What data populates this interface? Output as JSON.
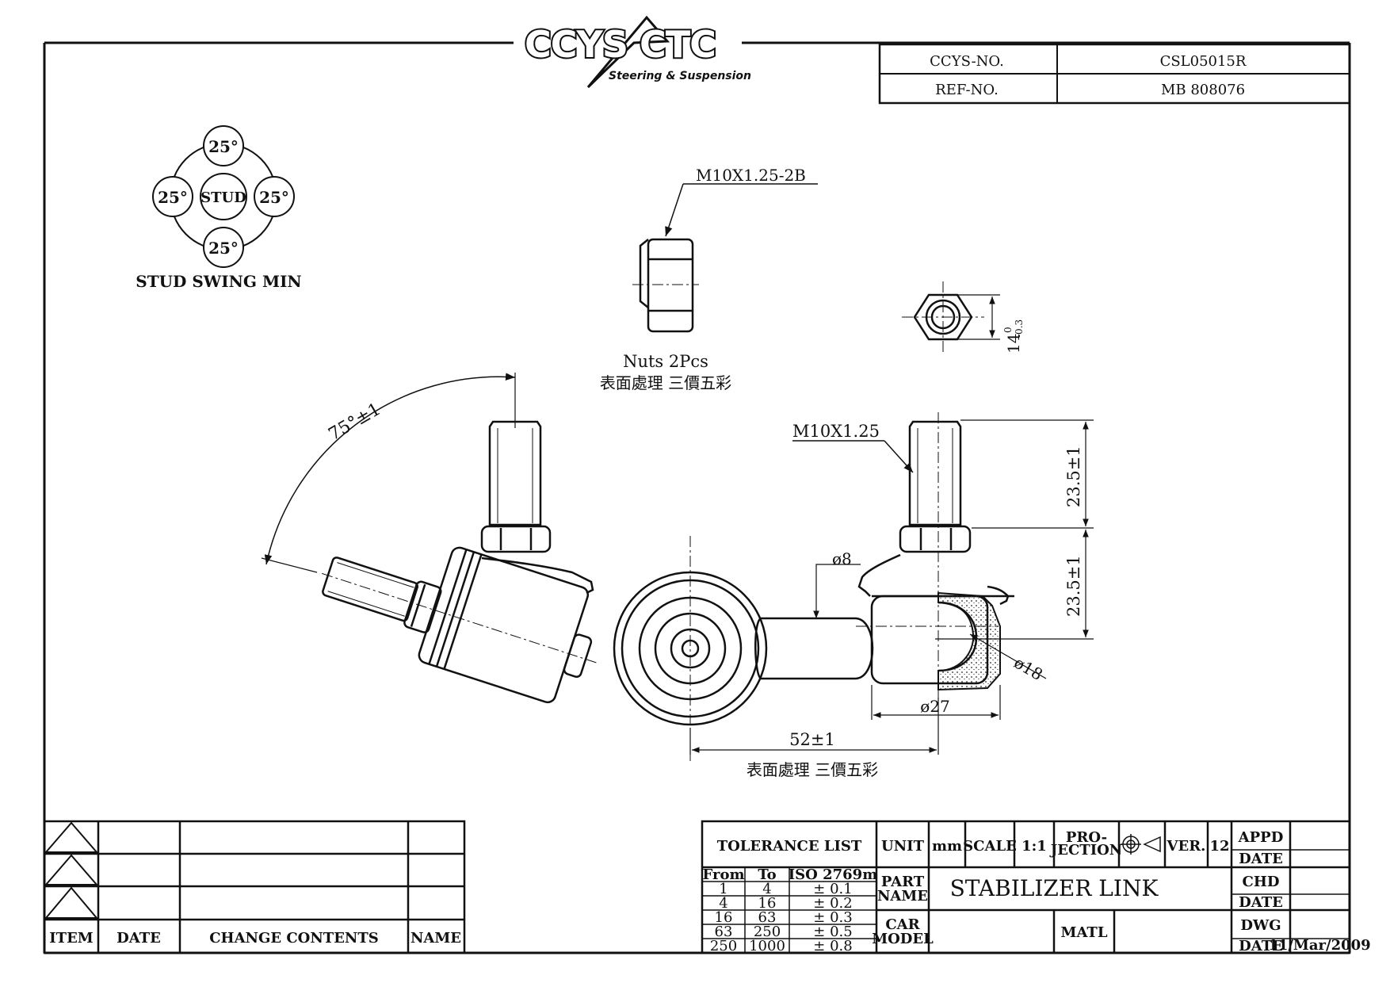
{
  "header": {
    "logo_text": "CCYS CTC",
    "logo_tagline": "Steering & Suspension",
    "ccys_no_label": "CCYS-NO.",
    "ccys_no_value": "CSL05015R",
    "ref_no_label": "REF-NO.",
    "ref_no_value": "MB 808076"
  },
  "stud_swing": {
    "angles": [
      "25°",
      "25°",
      "25°",
      "25°"
    ],
    "center": "STUD",
    "caption": "STUD SWING MIN"
  },
  "nut": {
    "thread": "M10X1.25-2B",
    "caption": "Nuts 2Pcs",
    "finish": "表面處理  三價五彩",
    "width_dim": "14",
    "width_tol_upper": "0",
    "width_tol_lower": "-0.3"
  },
  "dimensions": {
    "angle": "75°±1",
    "stud_thread": "M10X1.25",
    "stud_length": "23.5±1",
    "body_height": "23.5±1",
    "neck_diameter": "ø8",
    "ball_diameter": "ø18",
    "housing_diameter": "ø27",
    "center_distance": "52±1",
    "finish": "表面處理  三價五彩"
  },
  "revision_table": {
    "headers": [
      "ITEM",
      "DATE",
      "CHANGE CONTENTS",
      "NAME"
    ]
  },
  "title_block": {
    "tolerance_title": "TOLERANCE LIST",
    "tolerance_headers": [
      "From",
      "To",
      "ISO 2769m"
    ],
    "tolerance_rows": [
      [
        "1",
        "4",
        "± 0.1"
      ],
      [
        "4",
        "16",
        "± 0.2"
      ],
      [
        "16",
        "63",
        "± 0.3"
      ],
      [
        "63",
        "250",
        "± 0.5"
      ],
      [
        "250",
        "1000",
        "± 0.8"
      ]
    ],
    "unit_label": "UNIT",
    "unit_value": "mm",
    "scale_label": "SCALE",
    "scale_value": "1:1",
    "projection_label_1": "PRO-",
    "projection_label_2": "JECTION",
    "ver_label": "VER.",
    "ver_value": "12",
    "part_name_label_1": "PART",
    "part_name_label_2": "NAME",
    "part_name_value": "STABILIZER LINK",
    "car_model_label_1": "CAR",
    "car_model_label_2": "MODEL",
    "matl_label": "MATL",
    "appd_label": "APPD",
    "chd_label": "CHD",
    "dwg_label": "DWG",
    "date_label": "DATE",
    "dwg_date_value": "11/Mar/2009"
  }
}
